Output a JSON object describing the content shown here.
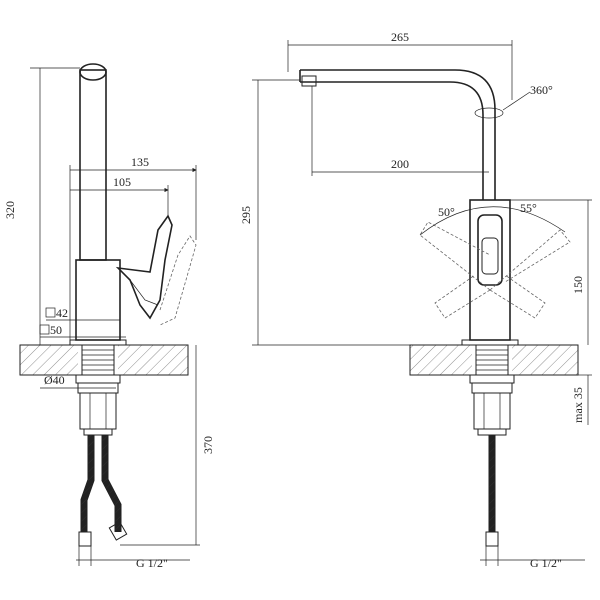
{
  "side_view": {
    "height_total": "320",
    "reach_lever": "135",
    "reach_body": "105",
    "square_small": "42",
    "square_large": "50",
    "shank_dia": "Ø40",
    "hose_length": "370",
    "thread": "G 1/2\""
  },
  "front_view": {
    "spout_reach": "265",
    "rotation": "360°",
    "spout_inner": "200",
    "height_spout": "295",
    "lever_left_angle": "50°",
    "lever_right_angle": "55°",
    "body_height": "150",
    "max_thickness": "max 35",
    "thread": "G 1/2\""
  }
}
